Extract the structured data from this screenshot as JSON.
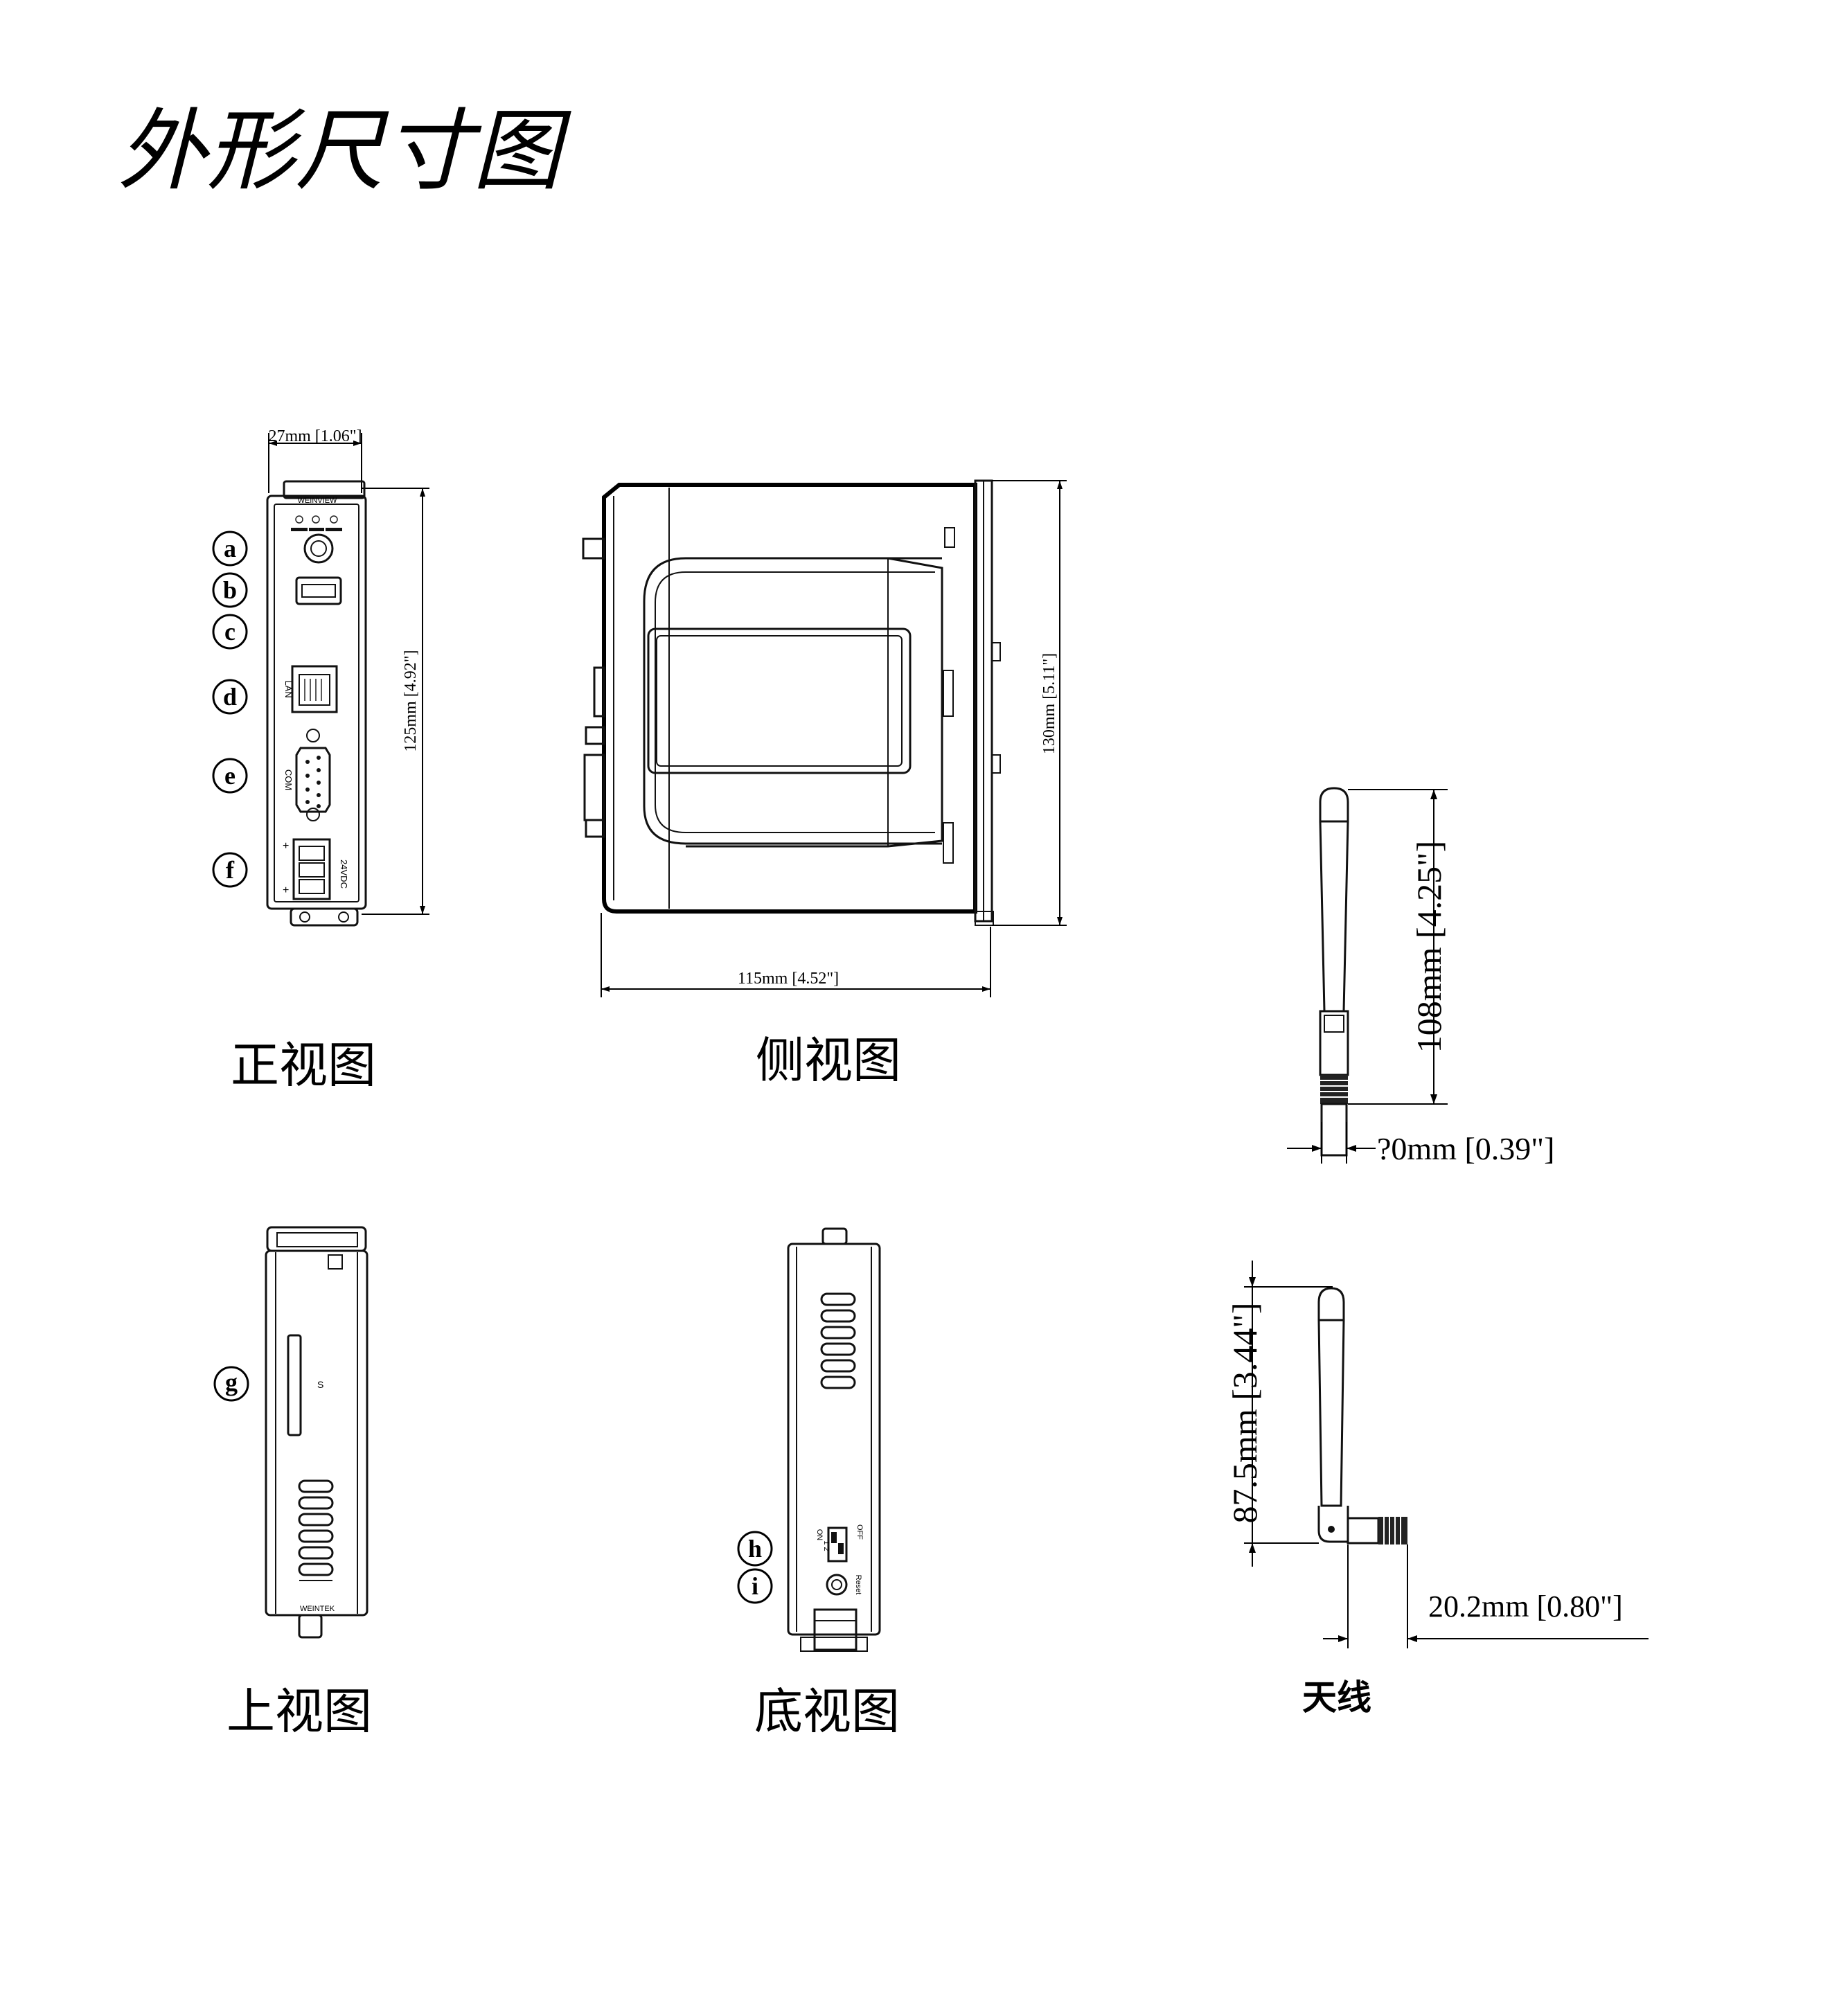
{
  "title": "外形尺寸图",
  "captions": {
    "front": "正视图",
    "side": "侧视图",
    "top": "上视图",
    "bottom": "底视图",
    "antenna": "天线"
  },
  "dimensions": {
    "front_width": "27mm [1.06\"]",
    "front_height": "125mm [4.92\"]",
    "side_width": "115mm [4.52\"]",
    "side_height": "130mm [5.11\"]",
    "antenna_height": "108mm [4.25\"]",
    "antenna_diameter": "?0mm [0.39\"]",
    "antenna_bent_height": "87.5mm [3.44\"]",
    "antenna_bent_offset": "20.2mm [0.80\"]"
  },
  "markers": {
    "a": "a",
    "b": "b",
    "c": "c",
    "d": "d",
    "e": "e",
    "f": "f",
    "g": "g",
    "h": "h",
    "i": "i"
  },
  "device_labels": {
    "brand_front": "WEINVIEW",
    "brand_top": "WEINTEK",
    "power": "24VDC",
    "lan": "LAN",
    "com": "COM",
    "reset": "Reset",
    "dip_on": "ON",
    "dip_off": "OFF",
    "dip_nums": "1 2"
  }
}
